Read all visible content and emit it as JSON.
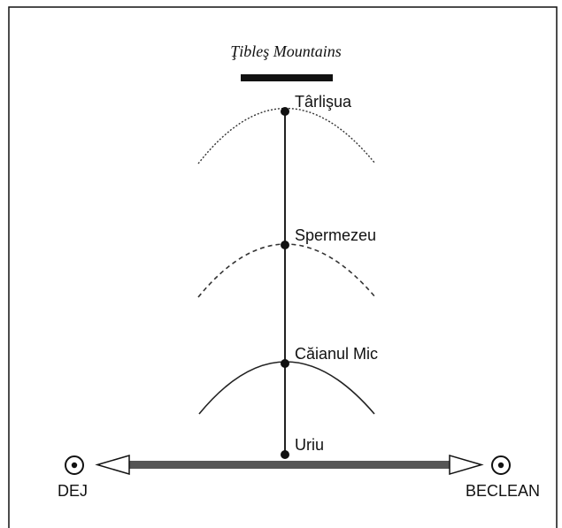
{
  "title": "Ţibleş Mountains",
  "villages": [
    {
      "name": "Târlişua",
      "arc": "dotted"
    },
    {
      "name": "Spermezeu",
      "arc": "dashed"
    },
    {
      "name": "Căianul Mic",
      "arc": "solid"
    },
    {
      "name": "Uriu",
      "arc": "none"
    }
  ],
  "towns": {
    "left": "DEJ",
    "right": "BECLEAN"
  },
  "colors": {
    "ink": "#111111",
    "road": "#555555",
    "background": "#ffffff"
  }
}
